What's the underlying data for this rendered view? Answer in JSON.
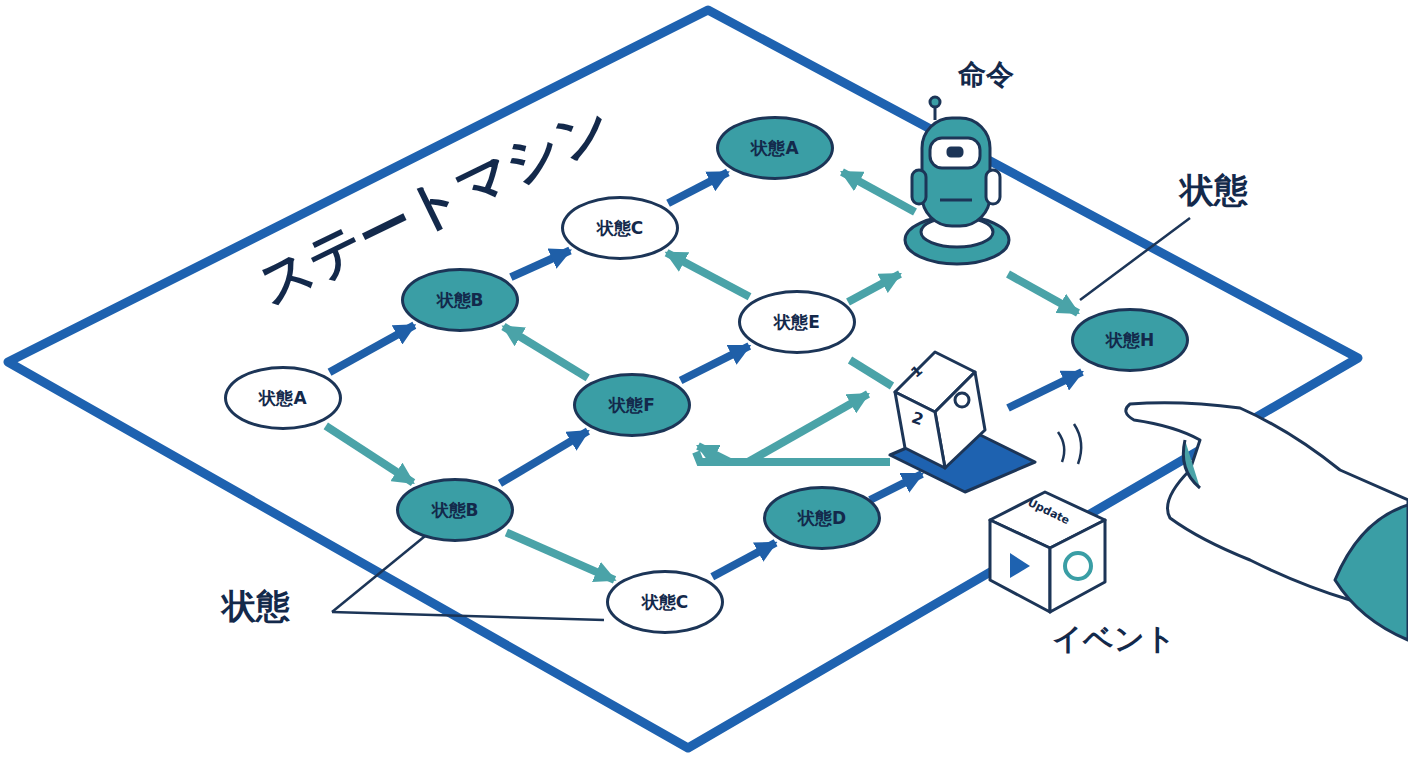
{
  "diagram": {
    "title": "ステートマシン",
    "nodes": [
      {
        "text": [
          "状態A"
        ]
      },
      {
        "text": [
          "状態B"
        ]
      },
      {
        "text": [
          "状態C"
        ]
      },
      {
        "text": [
          "状態A"
        ]
      },
      {
        "text": [
          "状態B"
        ]
      },
      {
        "text": [
          "状態F"
        ]
      },
      {
        "text": [
          "状態E"
        ]
      },
      {
        "text": [
          "状態C"
        ]
      },
      {
        "text": [
          "状態D"
        ]
      },
      {
        "text": [
          "状態H"
        ]
      }
    ],
    "edges": [
      {
        "from": 0,
        "to": 1,
        "arrow": "to"
      },
      {
        "from": 1,
        "to": 2,
        "arrow": "to"
      },
      {
        "from": 2,
        "to": 3,
        "arrow": "to"
      },
      {
        "from": 0,
        "to": 4,
        "arrow": "to"
      },
      {
        "from": 4,
        "to": 5,
        "arrow": "to"
      },
      {
        "from": 5,
        "to": 6,
        "arrow": "to"
      },
      {
        "from": 5,
        "to": 1,
        "arrow": "to"
      },
      {
        "from": 6,
        "to": 2,
        "arrow": "to"
      },
      {
        "from": 4,
        "to": 7,
        "arrow": "to"
      },
      {
        "from": 7,
        "to": 8,
        "arrow": "to"
      }
    ],
    "labels": [
      "命令",
      "状態",
      "状態",
      "イベント",
      "Update",
      "1",
      "2"
    ]
  }
}
